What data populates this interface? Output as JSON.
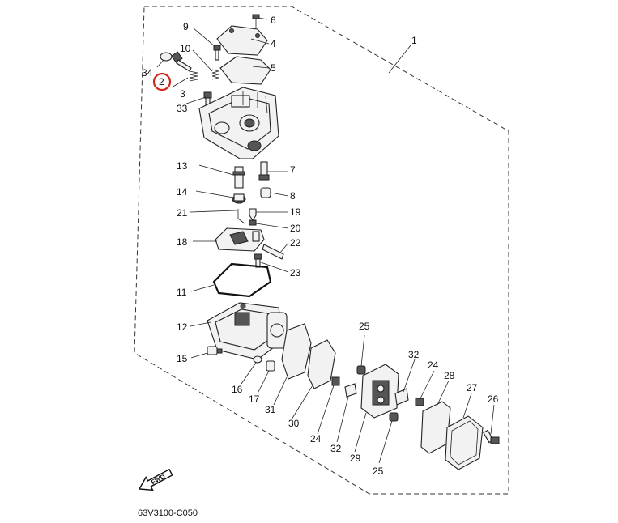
{
  "diagram": {
    "code": "63V3100-C050",
    "fwd_label": "FWD",
    "highlighted_part": "2",
    "highlight_color": "#d0291c",
    "callouts": [
      "1",
      "2",
      "3",
      "4",
      "5",
      "6",
      "7",
      "8",
      "9",
      "10",
      "11",
      "12",
      "13",
      "14",
      "15",
      "16",
      "17",
      "18",
      "19",
      "20",
      "21",
      "22",
      "23",
      "24",
      "24",
      "25",
      "25",
      "26",
      "27",
      "28",
      "29",
      "30",
      "31",
      "32",
      "32",
      "33",
      "34"
    ]
  }
}
